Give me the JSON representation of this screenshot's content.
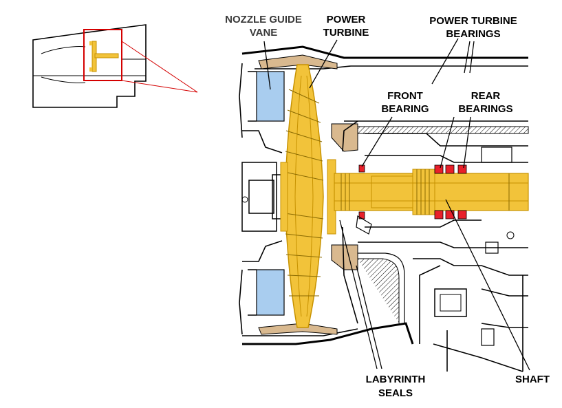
{
  "labels": {
    "nozzle_guide_vane": [
      "NOZZLE GUIDE",
      "VANE"
    ],
    "power_turbine": [
      "POWER",
      "TURBINE"
    ],
    "power_turbine_bearings": [
      "POWER TURBINE",
      "BEARINGS"
    ],
    "front_bearing": [
      "FRONT",
      "BEARING"
    ],
    "rear_bearings": [
      "REAR",
      "BEARINGS"
    ],
    "labyrinth_seals": [
      "LABYRINTH",
      "SEALS"
    ],
    "shaft": "SHAFT"
  },
  "colors": {
    "turbine": "#f2c33a",
    "turbine_dark": "#c79200",
    "nozzle": "#a9cdef",
    "bearing": "#e8202a",
    "casing_tan": "#d9b98f",
    "highlight_box": "#d40000"
  }
}
